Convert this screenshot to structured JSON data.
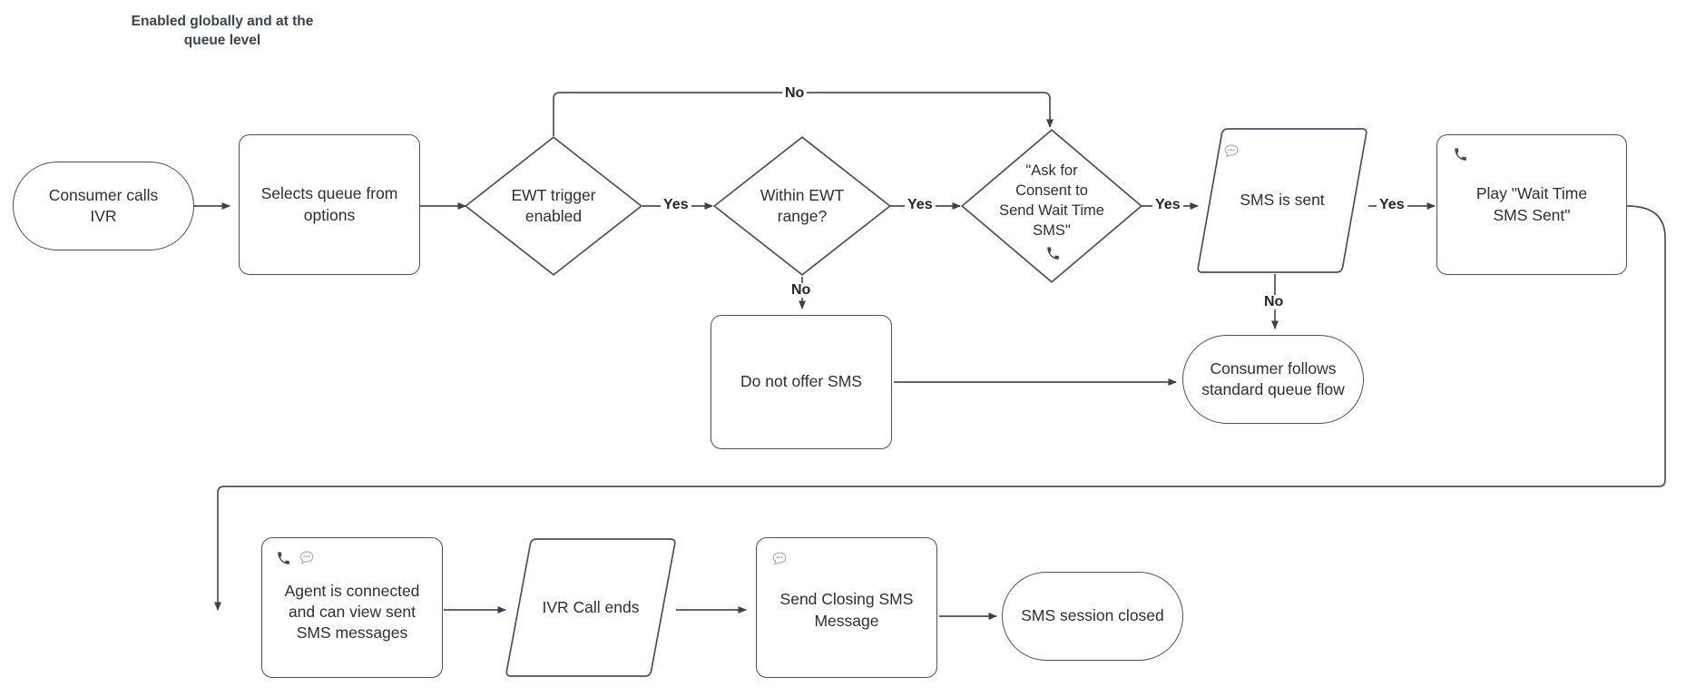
{
  "diagram": {
    "title": "Enabled globally and at the\nqueue level",
    "stroke_color": "#4a515c",
    "text_color": "#2b2f36",
    "label_color": "#22262c",
    "background": "#ffffff"
  },
  "nodes": [
    {
      "id": "consumer-calls-ivr",
      "label": "Consumer calls\nIVR",
      "shape": "terminator",
      "icons": []
    },
    {
      "id": "selects-queue",
      "label": "Selects queue from\noptions",
      "shape": "rectangle",
      "icons": []
    },
    {
      "id": "ewt-trigger-enabled",
      "label": "EWT trigger\nenabled",
      "shape": "diamond",
      "icons": []
    },
    {
      "id": "within-ewt-range",
      "label": "Within EWT\nrange?",
      "shape": "diamond",
      "icons": []
    },
    {
      "id": "ask-for-consent",
      "label": "\"Ask for\nConsent to\nSend Wait Time\nSMS\"",
      "shape": "diamond",
      "icons": [
        "phone-icon"
      ]
    },
    {
      "id": "sms-is-sent",
      "label": "SMS is sent",
      "shape": "parallelogram",
      "icons": [
        "speech-bubble-icon"
      ]
    },
    {
      "id": "play-wait-time-sms-sent",
      "label": "Play \"Wait Time\nSMS Sent\"",
      "shape": "rectangle",
      "icons": [
        "phone-icon"
      ]
    },
    {
      "id": "do-not-offer-sms",
      "label": "Do not offer SMS",
      "shape": "rectangle",
      "icons": []
    },
    {
      "id": "consumer-follows-queue",
      "label": "Consumer follows\nstandard queue flow",
      "shape": "terminator",
      "icons": []
    },
    {
      "id": "agent-is-connected",
      "label": "Agent is connected\nand can view sent\nSMS messages",
      "shape": "rectangle",
      "icons": [
        "phone-icon",
        "speech-bubble-icon"
      ]
    },
    {
      "id": "ivr-call-ends",
      "label": "IVR Call ends",
      "shape": "parallelogram",
      "icons": []
    },
    {
      "id": "send-closing-sms",
      "label": "Send Closing SMS\nMessage",
      "shape": "rectangle",
      "icons": [
        "speech-bubble-icon"
      ]
    },
    {
      "id": "sms-session-closed",
      "label": "SMS session closed",
      "shape": "terminator",
      "icons": []
    }
  ],
  "edge_labels": {
    "ewt_no": "No",
    "ewt_yes": "Yes",
    "range_yes": "Yes",
    "range_no": "No",
    "consent_yes": "Yes",
    "sms_yes": "Yes",
    "sms_no": "No"
  },
  "edges": [
    {
      "from": "consumer-calls-ivr",
      "to": "selects-queue",
      "label": ""
    },
    {
      "from": "selects-queue",
      "to": "ewt-trigger-enabled",
      "label": ""
    },
    {
      "from": "ewt-trigger-enabled",
      "to": "within-ewt-range",
      "label": "Yes"
    },
    {
      "from": "ewt-trigger-enabled",
      "to": "ask-for-consent",
      "label": "No"
    },
    {
      "from": "within-ewt-range",
      "to": "ask-for-consent",
      "label": "Yes"
    },
    {
      "from": "within-ewt-range",
      "to": "do-not-offer-sms",
      "label": "No"
    },
    {
      "from": "ask-for-consent",
      "to": "sms-is-sent",
      "label": "Yes"
    },
    {
      "from": "sms-is-sent",
      "to": "play-wait-time-sms-sent",
      "label": "Yes"
    },
    {
      "from": "sms-is-sent",
      "to": "consumer-follows-queue",
      "label": "No"
    },
    {
      "from": "do-not-offer-sms",
      "to": "consumer-follows-queue",
      "label": ""
    },
    {
      "from": "play-wait-time-sms-sent",
      "to": "agent-is-connected",
      "label": ""
    },
    {
      "from": "agent-is-connected",
      "to": "ivr-call-ends",
      "label": ""
    },
    {
      "from": "ivr-call-ends",
      "to": "send-closing-sms",
      "label": ""
    },
    {
      "from": "send-closing-sms",
      "to": "sms-session-closed",
      "label": ""
    }
  ]
}
